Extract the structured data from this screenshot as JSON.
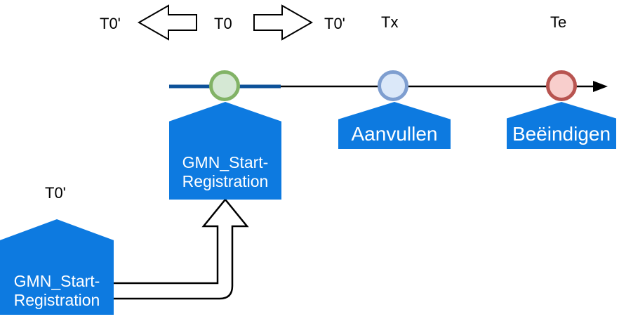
{
  "diagram": {
    "top_labels": {
      "t0_prime_left": "T0'",
      "t0": "T0",
      "t0_prime_right": "T0'",
      "tx": "Tx",
      "te": "Te"
    },
    "bottom_labels": {
      "t0_prime_bottom": "T0'"
    },
    "shapes": {
      "gmn_top": {
        "line1": "GMN_Start-",
        "line2": "Registration"
      },
      "aanvullen": {
        "label": "Aanvullen"
      },
      "beeindigen": {
        "label": "Beëindigen"
      },
      "gmn_bottom": {
        "line1": "GMN_Start-",
        "line2": "Registration"
      }
    },
    "icons": {
      "left-block-arrow-icon": "outlined block arrow pointing left",
      "right-block-arrow-icon": "outlined block arrow pointing right",
      "timeline-arrow-icon": "timeline with solid arrowhead pointing right",
      "bent-up-arrow-icon": "outlined elbow arrow pointing up"
    },
    "colors": {
      "shape_blue": "#0d7ae0",
      "timeline_dark_blue": "#0d5299",
      "milestone_green_stroke": "#82b366",
      "milestone_green_fill": "#d5e8d4",
      "milestone_blue_stroke": "#7e9ed0",
      "milestone_blue_fill": "#dbe8f9",
      "milestone_red_stroke": "#b85450",
      "milestone_red_fill": "#f8cecc",
      "text_on_shape": "#ffffff",
      "label_text": "#000000"
    }
  }
}
